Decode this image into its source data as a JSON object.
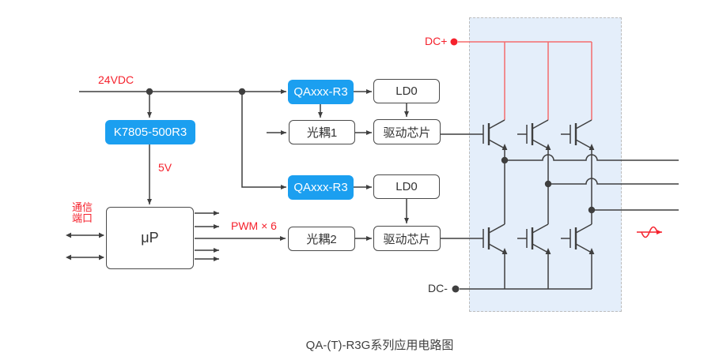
{
  "diagram": {
    "title": "QA-(T)-R3G系列应用电路图",
    "labels": {
      "input_voltage": "24VDC",
      "regulated_voltage": "5V",
      "comm_port_line1": "通信",
      "comm_port_line2": "端口",
      "pwm": "PWM × 6",
      "dc_plus": "DC+",
      "dc_minus": "DC-"
    },
    "blocks": {
      "regulator": "K7805-500R3",
      "qa_module_1": "QAxxx-R3",
      "qa_module_2": "QAxxx-R3",
      "ldo_1": "LD0",
      "ldo_2": "LD0",
      "optocoupler_1": "光耦1",
      "optocoupler_2": "光耦2",
      "driver_1": "驱动芯片",
      "driver_2": "驱动芯片",
      "mcu": "μP"
    },
    "colors": {
      "accent_blue": "#1B9FF0",
      "red": "#F5222D",
      "line_red": "#F56C6C",
      "wire": "#3f3f3f",
      "bridge_fill": "#E4EEFA",
      "bridge_border": "#bdbdbd"
    }
  }
}
